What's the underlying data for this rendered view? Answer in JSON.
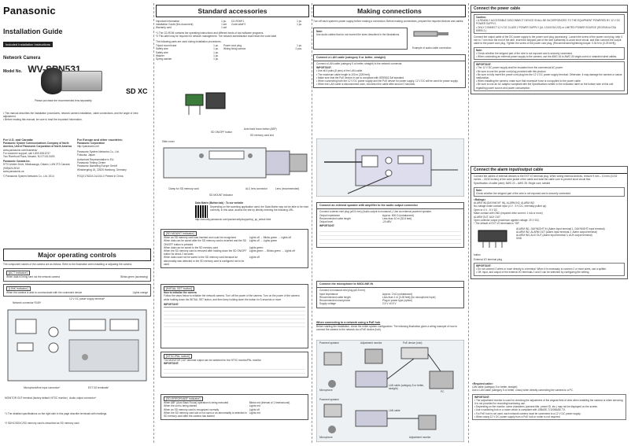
{
  "brand": "Panasonic",
  "guide": {
    "title": "Installation Guide",
    "badge": "Included Installation Instructions"
  },
  "product": {
    "line": "Network Camera",
    "model_label": "Model No.",
    "model_name": "WV-SPN531"
  },
  "camera_caption": "Please purchase the recommended lens separately.",
  "sd_logo": "SD XC",
  "note_bullets": [
    "This manual describes the installation procedures, network camera installation, cable connections, and the angle of view adjustment.",
    "Before reading this manual, be sure to read the Important Information."
  ],
  "contacts": {
    "us_heading": "For U.S. and Canada:",
    "us_company": "Panasonic System Communications Company of North America, Unit of Panasonic Corporation of North America",
    "us_url": "www.panasonic.com/business/",
    "us_support": "For customer support, call 1.800.528.6747",
    "us_address": "Two Riverfront Plaza, Newark, NJ 07102-5490",
    "ca_company": "Panasonic Canada Inc.",
    "ca_address": "5770 Ambler Drive, Mississauga, Ontario, L4W 2T3 Canada",
    "ca_phone": "(905)624-5010",
    "ca_url": "www.panasonic.ca",
    "eu_heading": "For Europe and other countries:",
    "eu_company": "Panasonic Corporation",
    "eu_url": "http://panasonic.net",
    "eu_sub": "Panasonic System Networks Co., Ltd.",
    "eu_city": "Fukuoka, Japan",
    "eu_rep": "Authorised Representative in EU:",
    "eu_test": "Panasonic Testing Centre",
    "eu_test_sub": "Panasonic Marketing Europe GmbH",
    "eu_test_addr": "Winsbergring 15, 22525 Hamburg, Germany",
    "copyright": "© Panasonic System Networks Co., Ltd. 2014",
    "print_code": "PGQX1762ZA  Cs1014-0  Printed in China"
  },
  "major_controls": {
    "heading": "Major operating controls",
    "intro": "The component names of the camera are as follows. Refer to the illustration when installing or adjusting the camera.",
    "act_tag": "[ACT indicator]",
    "act_text": "When data is being sent via the network camera",
    "act_state": "Blinks green (accessing)",
    "link_tag": "[LINK indicator]",
    "link_text": "When the camera is able to communicate with the connected device",
    "link_state": "Lights orange",
    "connector_label": "Network connector RJ45*",
    "power_label": "12 V DC power supply terminal*",
    "mic_label": "Microphone/line input connector*",
    "ext_label": "EXT I/O terminals*",
    "monitor_label": "MONITOR OUT terminal (factory default: NTSC monitor)",
    "audio_label": "Audio output connector*",
    "footnote1": "*1  The detailed specifications on the right side in this page describe terminals with markings.",
    "footnote2": "*2  SDHC/SDXC/SD memory card is described as SD memory card."
  },
  "standard_accessories": {
    "heading": "Standard accessories",
    "items": [
      {
        "name": "Important Information",
        "qty": "1 pc."
      },
      {
        "name": "Installation Guide (this document)",
        "qty": "1 set"
      },
      {
        "name": "Warranty card",
        "qty": "1 set"
      },
      {
        "name": "CD-ROM*1",
        "qty": "1 pc."
      },
      {
        "name": "Code label*2",
        "qty": "1 pc."
      }
    ],
    "note1": "*1  The CD-ROM contains the operating instructions and different kinds of tool software programs.",
    "note2": "*2  This label may be required for network management. The network administrator shall retain the code label.",
    "install_intro": "The following parts are used during installation procedures.",
    "install_parts": [
      {
        "name": "Tripod mount base",
        "qty": "1 pc."
      },
      {
        "name": "Safety wire",
        "qty": "1 pc."
      },
      {
        "name": "Safety wire",
        "qty": "1 pc."
      },
      {
        "name": "Washer",
        "qty": "1 pc."
      },
      {
        "name": "Spring washer",
        "qty": "1 pc."
      },
      {
        "name": "Power cord plug",
        "qty": "1 pc."
      },
      {
        "name": "Wiring fixing screws",
        "qty": "2 pcs."
      }
    ]
  },
  "side_view_labels": {
    "sd_onoff": "SD ON/OFF button",
    "auto_back": "Auto back focus button (ABF)",
    "sd_slot": "SD memory card slot",
    "slide_cover": "Slide cover",
    "clamp": "Clamp for SD memory card",
    "alc": "ALC lens connector",
    "lens_mount": "Lens (recommended)",
    "sd_mount": "SD MOUNT indicator"
  },
  "data_matrix": {
    "title": "Data Matrix (Button tab) : To our website",
    "text": "Depending on the scanning application used, the Data Matrix may not be able to be read correctly. In this case, access the site by directly entering the following URL.",
    "url": "http://security.panasonic.com/pss/security/support/qr_sp_select.html"
  },
  "sd_mount_box": {
    "tag": "[SD MOUNT indicator]",
    "rows": [
      {
        "cond": "When an SD memory card was inserted and could be recognized",
        "state": "Lights off → Blinks green → Lights off"
      },
      {
        "cond": "When data can be saved after the SD memory card is inserted and the SD ON/OFF button is pressed",
        "state": "Lights off → Lights green"
      },
      {
        "cond": "When data can be saved to the SD memory card",
        "state": "Lights green"
      },
      {
        "cond": "When the SD memory card is removed after holding down the SD ON/OFF button for about 2 seconds",
        "state": "Lights green → Blinks green → Lights off"
      },
      {
        "cond": "When data could not be saved to the SD memory card because an abnormality was detected or the SD memory card is configured not to be used",
        "state": "Lights off"
      }
    ]
  },
  "initial_set": {
    "tag": "[INITIAL SET button]",
    "title": "How to initialize the camera",
    "text": "Follow the steps below to initialize the network camera. Turn off the power of the camera. Turn on the power of the camera while holding down the INITIAL SET button, and then keep holding down the button for 5 seconds or more.",
    "important": "IMPORTANT:"
  },
  "ntsc_pal": {
    "tag": "[NTSC/PAL switch]",
    "text": "The MONITOR OUT terminal output can be switched for the NTSC monitor/PAL monitor.",
    "important": "IMPORTANT:"
  },
  "sd_error": {
    "tag": "[SD ERROR/ABF indicator]",
    "rows": [
      {
        "cond": "When ABF (Auto Back Focus) operation is being executed",
        "state": "Blinks red (interval of 1 time/second)"
      },
      {
        "cond": "When the unit is being started",
        "state": "Lights red"
      },
      {
        "cond": "When an SD memory card is recognized normally",
        "state": "Lights off"
      },
      {
        "cond": "When the SD memory card slot is not used or an abnormality is detected in SD memory card after the camera has started",
        "state": "Lights red"
      }
    ]
  },
  "making_connections": {
    "heading": "Making connections",
    "intro": "Turn off each system's power supply before making a connection. Before making connections, prepare the required devices and cables.",
    "note": "Note:",
    "note_text": "Use audio cables that do not exceed the sizes described in the illustrations.",
    "example_label": "Example of audio cable connection",
    "lan_title": "Connect a LAN cable (category 5 or better, straight)",
    "lan_text": "Connect a LAN cable (category 5 or better, straight) to the network connector.",
    "important": "IMPORTANT:",
    "lan_bullets": [
      "Use all 4 pairs (8 pins) of the LAN cable.",
      "The maximum cable length is 100 m {328 feet}.",
      "Make sure that the PoE device in use is compliant with IEEE802.3af standard.",
      "When connecting both the 12 V DC power supply and the PoE device for power supply, 12 V DC will be used for power supply.",
      "When the LAN cable is disconnected once, reconnect the cable after around 2 seconds."
    ],
    "amp_title": "Connect an external speaker with amplifier to the audio output connector",
    "amp_text": "Connect a stereo mini plug (ø3.5 mm) (Audio output is monaural.). Use an external powered speaker.",
    "amp_specs": [
      {
        "k": "Output impedance",
        "v": "Approx. 600 Ω (unbalanced)"
      },
      {
        "k": "Recommended cable length",
        "v": "Less than 10 m {32.8 feet}"
      },
      {
        "k": "Output level",
        "v": "-20 dBV"
      }
    ],
    "mic_title": "Connect the microphone to MIC/LINE IN",
    "mic_text": "Connect a monaural mini plug (ø3.5 mm).",
    "mic_specs": [
      {
        "k": "Input impedance",
        "v": "Approx. 2 kΩ (unbalanced)"
      },
      {
        "k": "Recommended cable length",
        "v": "Less than 1 m {3.28 feet} (for microphone input)"
      },
      {
        "k": "Recommended microphone",
        "v": "Plug-in power type (option)"
      },
      {
        "k": "Supply voltage",
        "v": "2.5 V ±0.5 V"
      }
    ],
    "poe_title": "When connecting to a network using a PoE hub",
    "poe_text": "Before starting the installation, check the entire system configuration. The following illustration gives a wiring example of how to connect the camera to the network via a PoE device (hub).",
    "poe_labels": [
      "Powered speaker",
      "Adjustment monitor",
      "PoE device (hub)",
      "Microphone",
      "LAN cable (category 5 or better, straight)",
      "PC",
      "Powered speaker",
      "LAN cable",
      "Microphone",
      "Adjustment monitor"
    ]
  },
  "power_cable": {
    "heading": "Connect the power cable",
    "caution": "Caution:",
    "caution_lines": [
      "A READILY ACCESSIBLE DISCONNECT DEVICE SHALL BE INCORPORATED TO THE EQUIPMENT POWERED BY 12 V DC POWER SUPPLY.",
      "ONLY CONNECT 12 V DC CLASS 2 POWER SUPPLY (UL 1310/CSA 223) or LIMITED POWER SOURCE (IEC/EN/UL/CSA 60950-1)."
    ],
    "steps": "Connect the output cable of the DC power supply to the power cord plug (accessory). Loosen the screw of the power cord plug, strip 3 mm to 7 mm from the end of the wire, insert the stripped part of the wire sufficiently to avoid short circuit, and then connect the output cable to the power cord plug. Tighten the screw of the power cord plug. (Recommended tightening torque: 0.34 N·m {0.25 lbf·ft})",
    "note": "Note:",
    "note_lines": [
      "Check whether the stripped part of the wire is not exposed and is securely connected.",
      "When connecting an external power supply to the camera, use the AWG 16 to AWG 24 single-cored or stranded wired cables."
    ],
    "important": "IMPORTANT:",
    "important_lines": [
      "The 12 V DC power supply shall be insulated from the commercial AC power.",
      "Be sure to use the power cord plug provided with this product.",
      "Be sure to fully insert the power cord plug into the 12 V DC power supply terminal. Otherwise, it may damage the camera or cause malfunction.",
      "When installing the camera, make sure that excessive force is not applied to the power cable.",
      "Be sure to use an AC adaptor compliant with the Specifications written in the indication label on the bottom side of this unit regarding power source and power consumption."
    ]
  },
  "alarm": {
    "heading": "Connect the alarm input/output cable",
    "text": "Connect the cables of external devices to the EXT I/O terminal plug. When wiring external devices, remove 9 mm – 10 mm {11/32 inches – 13/32 inches} of the outer jacket of the cable and twist the cable core to prevent short circuit first.",
    "cable_spec": "Specification of cable (wire): AWG 22 – AWG 28, Single core, twisted",
    "note": "Note:",
    "note_text": "Check whether the stripped part of the wire is not exposed and is securely connected.",
    "ratings_title": "<Ratings>",
    "alarm_in": "ALARM IN1(DAY/NIGHT IN), ALARM IN2, ALARM IN3",
    "input_spec": "No-voltage make contact input (4 V - 5 V DC, internally pulled up)",
    "open": "Open or 4 V - 5 V DC",
    "on": "Make contact with GND (required drive current: 1 mA or more)",
    "alarm_out": "ALARM OUT, AUX OUT",
    "output_spec": "Open collector output (maximum applied voltage: 20 V DC)",
    "default_note": "* The default of EXT I/O terminals is \"Off\".",
    "terminals": [
      "ALARM IN1, DAY/NIGHT IN (Alarm input terminal 1, DAY/NIGHT input terminal)",
      "ALARM IN2, ALARM OUT (Alarm input terminal 2, Alarm output terminal)",
      "ALARM IN3, AUX OUT (Alarm input terminal 3, AUX output terminal)",
      "GND"
    ],
    "button_label": "button",
    "ext_label": "External I/O terminal plug",
    "important": "IMPORTANT:",
    "important_lines": [
      "Do not connect 2 wires or more directly to a terminal. When it is necessary to connect 2 or more wires, use a splitter.",
      "Off, input, and output of the external I/O terminals 2 and 3 can be switched by configuring the setting."
    ],
    "required_title": "<Required cable>",
    "required_lines": [
      "LAN cable (category 5 or better, straight)",
      "Use a LAN cable (category 5 or better, cross) when directly connecting the camera to a PC."
    ],
    "important2": "IMPORTANT:",
    "important2_lines": [
      "The adjustment monitor is used for checking the adjustment of the angular field of view when installing the camera or when servicing. It is not provided for recording/monitoring use.",
      "Depending on the monitor, some characters (camera title, preset ID, etc.) may not be displayed on the screen.",
      "Use a switching hub or a router which is compliant with 10BASE-T/100BASE-TX.",
      "If a PoE hub is not used, each network camera must be connected to a 12 V DC power supply.",
      "When using 12 V DC power supply from a PoE hub or router is not required."
    ]
  },
  "colors": {
    "heading_border": "#222222",
    "diagram_bg": "#eef1f4",
    "accent": "#111111"
  }
}
